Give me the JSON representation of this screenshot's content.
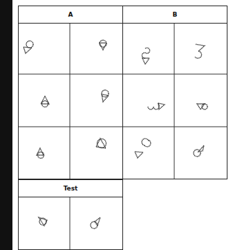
{
  "diagram": {
    "nodes": [
      {
        "text": [
          "A"
        ]
      },
      {
        "text": [
          "B"
        ]
      },
      {
        "text": [
          "Test"
        ]
      }
    ]
  }
}
